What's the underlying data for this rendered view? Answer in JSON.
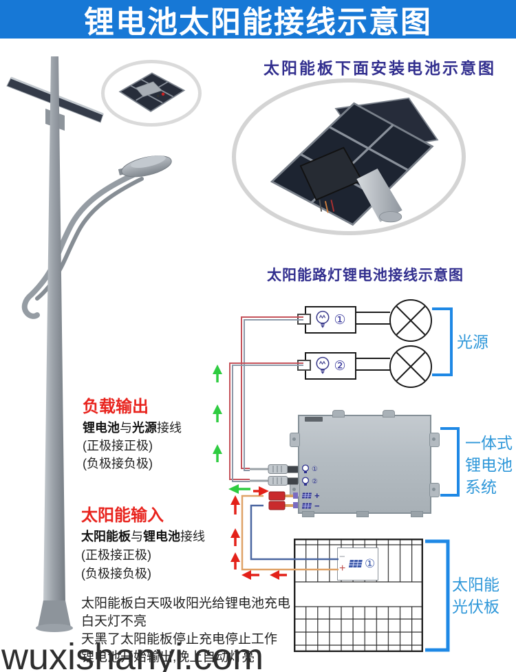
{
  "header": {
    "title": "锂电池太阳能接线示意图"
  },
  "captions": {
    "inset": "太阳能板下面安装电池示意图",
    "wiring": "太阳能路灯锂电池接线示意图"
  },
  "lamps": [
    {
      "num": "①"
    },
    {
      "num": "②"
    }
  ],
  "brackets": {
    "light_source": "光源",
    "battery": {
      "l1": "一体式",
      "l2": "锂电池",
      "l3": "系统"
    },
    "pv": {
      "l1": "太阳能",
      "l2": "光伏板"
    }
  },
  "battery_ports": {
    "lamp1_num": "①",
    "lamp2_num": "②",
    "plus": "+",
    "minus": "−"
  },
  "pv_junction": {
    "minus": "−",
    "plus": "+",
    "num": "①"
  },
  "load_output": {
    "heading": "负载输出",
    "seg1": "锂电池",
    "seg2": "与",
    "seg3": "光源",
    "seg4": "接线",
    "line2": "(正极接正极)",
    "line3": "(负极接负极)"
  },
  "solar_input": {
    "heading": "太阳能输入",
    "seg1": "太阳能板",
    "seg2": "与",
    "seg3": "锂电池",
    "seg4": "接线",
    "line2": "(正极接正极)",
    "line3": "(负极接负极)"
  },
  "notes": [
    "太阳能板白天吸收阳光给锂电池充电",
    "白天灯不亮",
    "天黑了太阳能板停止充电停止工作",
    "锂电池开始输出,晚上自动灯亮"
  ],
  "watermark": "wuxishanyi.com",
  "colors": {
    "title_bar": "#1778d6",
    "caption_navy": "#312e8e",
    "label_blue": "#2e97d9",
    "bracket_blue": "#1e88e5",
    "heading_red": "#e8231d",
    "green_arrow": "#2ecc40",
    "red_arrow": "#e32119",
    "wire_red": "#c5525a",
    "wire_gray": "#8b98a8",
    "wire_orange": "#dfa267",
    "wire_blue": "#4a66a0",
    "battery_gray": "#b7bec4",
    "port_navy": "#2b2f8e"
  }
}
